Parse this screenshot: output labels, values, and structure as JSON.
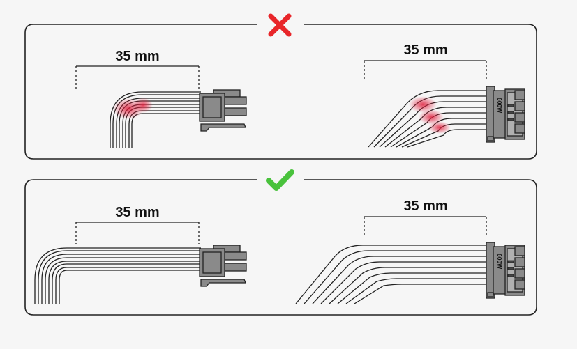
{
  "panels": [
    {
      "verdict": "incorrect",
      "status_icon": "cross-icon",
      "left_measure": "35 mm",
      "right_measure": "35 mm",
      "right_connector_label": "600W"
    },
    {
      "verdict": "correct",
      "status_icon": "check-icon",
      "left_measure": "35 mm",
      "right_measure": "35 mm",
      "right_connector_label": "600W"
    }
  ],
  "colors": {
    "background": "#f6f6f6",
    "panel_border": "#222222",
    "cross": "#e8262a",
    "check": "#49c23c",
    "stress_highlight": "#e01e3c",
    "connector_fill": "#8a8a8a"
  }
}
